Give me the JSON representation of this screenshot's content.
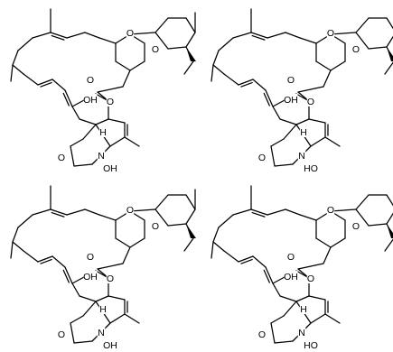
{
  "structures": [
    {
      "atoms": {
        "o_ring1": "O",
        "o_ring2": "O",
        "o_ester": "O",
        "o_carbonyl": "O",
        "o_hydroxy": "OH",
        "o_furan": "O",
        "h_bridge": "H",
        "n_oxime": "N",
        "oh_oxime": "OH"
      }
    },
    {
      "atoms": {
        "o_ring1": "O",
        "o_ring2": "O",
        "o_ester": "O",
        "o_carbonyl": "O",
        "o_hydroxy": "OH",
        "o_furan": "O",
        "h_bridge": "H",
        "n_oxime": "N",
        "oh_oxime": "HO"
      }
    },
    {
      "atoms": {
        "o_ring1": "O",
        "o_ring2": "O",
        "o_ester": "O",
        "o_carbonyl": "O",
        "o_hydroxy": "OH",
        "o_furan": "O",
        "h_bridge": "H",
        "n_oxime": "N",
        "oh_oxime": "OH"
      }
    },
    {
      "atoms": {
        "o_ring1": "O",
        "o_ring2": "O",
        "o_ester": "O",
        "o_carbonyl": "O",
        "o_hydroxy": "OH",
        "o_furan": "O",
        "h_bridge": "H",
        "n_oxime": "N",
        "oh_oxime": "HO"
      }
    }
  ]
}
